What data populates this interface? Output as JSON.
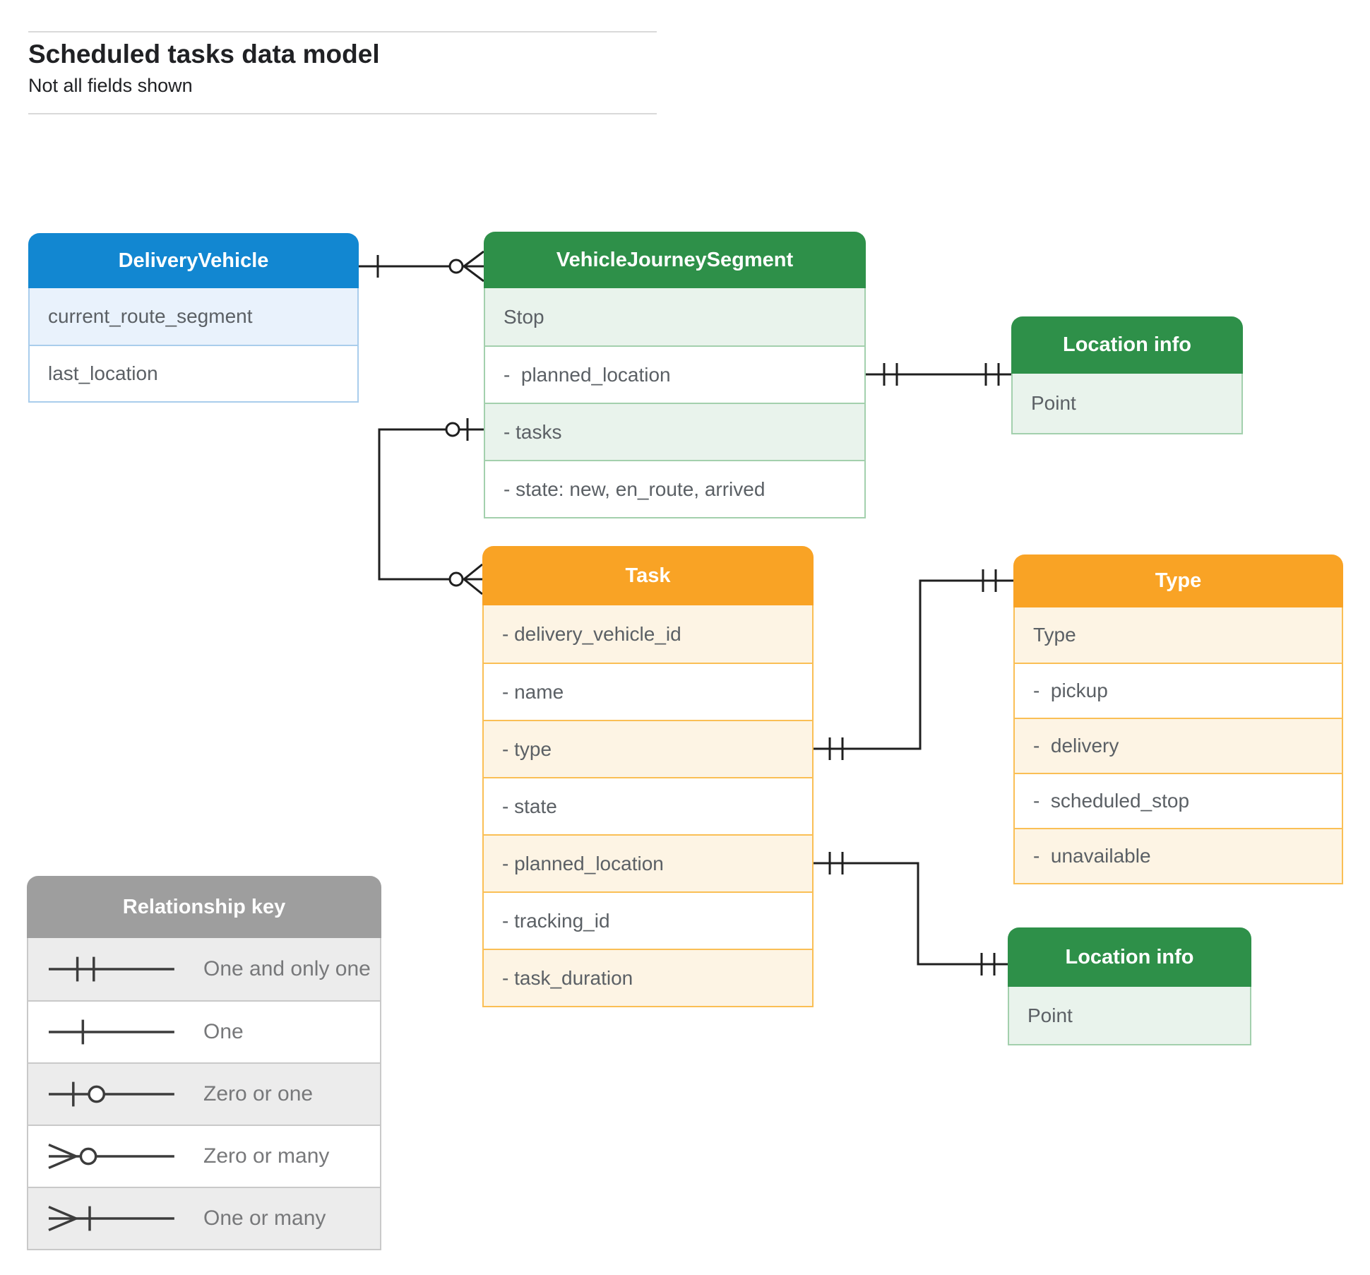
{
  "page": {
    "title": "Scheduled tasks data model",
    "subtitle": "Not all fields shown"
  },
  "entities": {
    "delivery_vehicle": {
      "title": "DeliveryVehicle",
      "fields": [
        "current_route_segment",
        "last_location"
      ]
    },
    "vehicle_journey_segment": {
      "title": "VehicleJourneySegment",
      "fields": [
        "Stop",
        "-  planned_location",
        "- tasks",
        "- state: new, en_route, arrived"
      ]
    },
    "location_info_top": {
      "title": "Location info",
      "fields": [
        "Point"
      ]
    },
    "task": {
      "title": "Task",
      "fields": [
        "- delivery_vehicle_id",
        "- name",
        "- type",
        "- state",
        "- planned_location",
        "- tracking_id",
        "- task_duration"
      ]
    },
    "type": {
      "title": "Type",
      "fields": [
        "Type",
        "-  pickup",
        "-  delivery",
        "-  scheduled_stop",
        "-  unavailable"
      ]
    },
    "location_info_bottom": {
      "title": "Location info",
      "fields": [
        "Point"
      ]
    }
  },
  "legend": {
    "title": "Relationship key",
    "items": [
      {
        "label": "One and only one",
        "symbol": "one-and-only-one"
      },
      {
        "label": "One",
        "symbol": "one"
      },
      {
        "label": "Zero or one",
        "symbol": "zero-or-one"
      },
      {
        "label": "Zero or many",
        "symbol": "zero-or-many"
      },
      {
        "label": "One or many",
        "symbol": "one-or-many"
      }
    ]
  },
  "colors": {
    "blue": "#1287d1",
    "blue_tint": "#e9f2fc",
    "blue_border": "#a9cdec",
    "green": "#2e9049",
    "green_tint": "#e9f3ec",
    "green_border": "#a3d0ad",
    "orange": "#f9a325",
    "orange_tint": "#fdf4e4",
    "orange_border": "#fabf55",
    "gray": "#9e9e9e",
    "gray_tint": "#ececec",
    "gray_border": "#c9c9c9",
    "line": "#1f1f1f"
  }
}
